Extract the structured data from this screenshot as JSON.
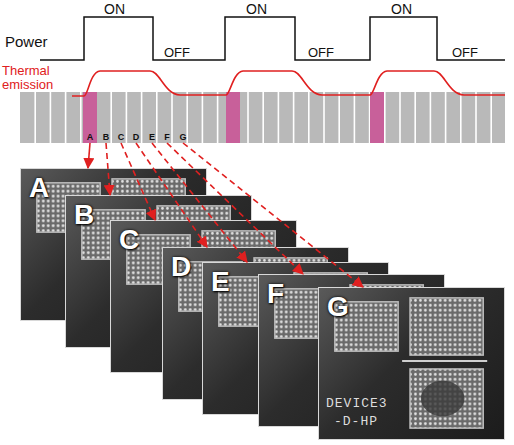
{
  "diagram": {
    "nodes": [
      {
        "text": [
          "A"
        ]
      },
      {
        "text": [
          "B"
        ]
      },
      {
        "text": [
          "C"
        ]
      },
      {
        "text": [
          "D"
        ]
      },
      {
        "text": [
          "E"
        ]
      },
      {
        "text": [
          "F"
        ]
      },
      {
        "text": [
          "G"
        ]
      },
      {
        "text": [
          "A"
        ]
      },
      {
        "text": [
          "B"
        ]
      },
      {
        "text": [
          "C"
        ]
      },
      {
        "text": [
          "D"
        ]
      },
      {
        "text": [
          "E"
        ]
      },
      {
        "text": [
          "F"
        ]
      },
      {
        "text": [
          "G"
        ]
      }
    ],
    "edges": [
      {
        "from": 0,
        "to": 7,
        "arrow": "to"
      },
      {
        "from": 1,
        "to": 8,
        "arrow": "to"
      },
      {
        "from": 2,
        "to": 9,
        "arrow": "to"
      },
      {
        "from": 3,
        "to": 10,
        "arrow": "to"
      },
      {
        "from": 4,
        "to": 11,
        "arrow": "to"
      },
      {
        "from": 5,
        "to": 12,
        "arrow": "to"
      },
      {
        "from": 6,
        "to": 13,
        "arrow": "to"
      }
    ],
    "labels": [
      "Power",
      "ON",
      "ON",
      "ON",
      "OFF",
      "OFF",
      "OFF",
      "Thermal emission",
      "DEVICE3",
      "-D-HP"
    ]
  }
}
